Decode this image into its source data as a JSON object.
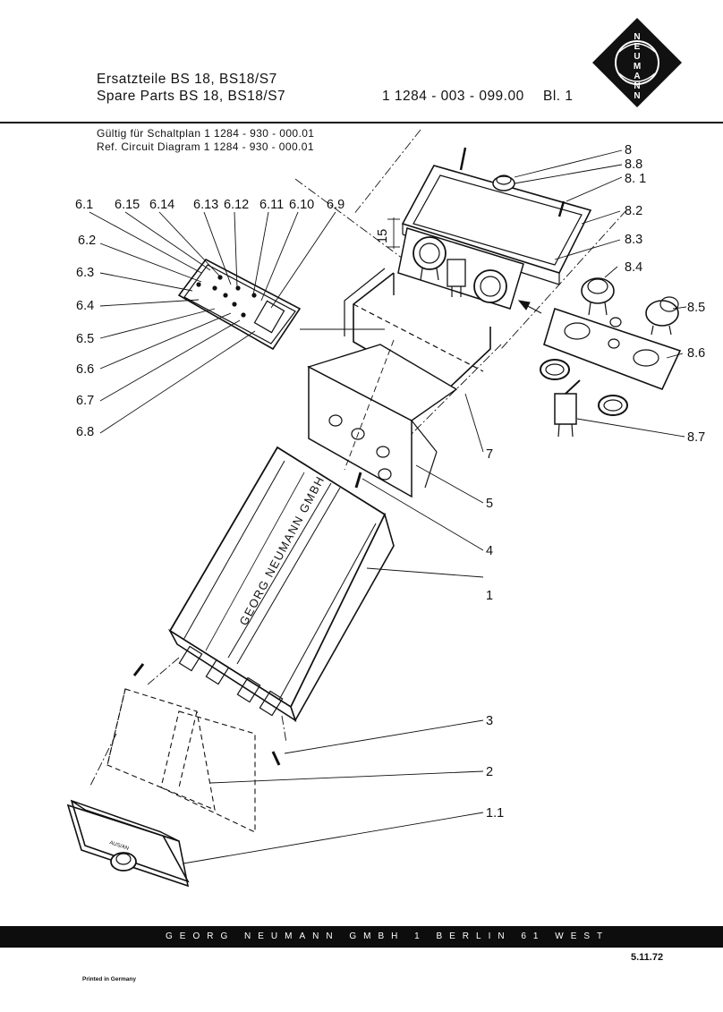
{
  "header": {
    "title_de": "Ersatzteile  BS 18, BS18/S7",
    "title_en": "Spare Parts  BS 18, BS18/S7",
    "part_number": "1 1284 - 003 - 099.00",
    "sheet": "Bl. 1",
    "valid_de": "Gültig für Schaltplan  1 1284 - 930 - 000.01",
    "valid_en": "Ref. Circuit  Diagram  1 1284 - 930 - 000.01"
  },
  "logo": {
    "letters": [
      "N",
      "E",
      "U",
      "M",
      "A",
      "N",
      "N"
    ]
  },
  "housing_text": "GEORG NEUMANN  GMBH",
  "lid_text": "AUS/AN",
  "callouts": {
    "c1": "1",
    "c1_1": "1.1",
    "c2": "2",
    "c3": "3",
    "c4": "4",
    "c5": "5",
    "c7": "7",
    "c6_1": "6.1",
    "c6_15": "6.15",
    "c6_14": "6.14",
    "c6_13": "6.13",
    "c6_12": "6.12",
    "c6_11": "6.11",
    "c6_10": "6.10",
    "c6_9": "6.9",
    "c6_2": "6.2",
    "c6_3": "6.3",
    "c6_4": "6.4",
    "c6_5": "6.5",
    "c6_6": "6.6",
    "c6_7": "6.7",
    "c6_8": "6.8",
    "c8": "8",
    "c8_8": "8.8",
    "c8_1": "8. 1",
    "c8_2": "8.2",
    "c8_3": "8.3",
    "c8_4": "8.4",
    "c8_5": "8.5",
    "c8_6": "8.6",
    "c8_7": "8.7"
  },
  "dimension": "15",
  "footer": {
    "company": "GEORG NEUMANN GMBH   1 BERLIN 61  WEST",
    "date": "5.11.72",
    "printed": "Printed in Germany"
  }
}
